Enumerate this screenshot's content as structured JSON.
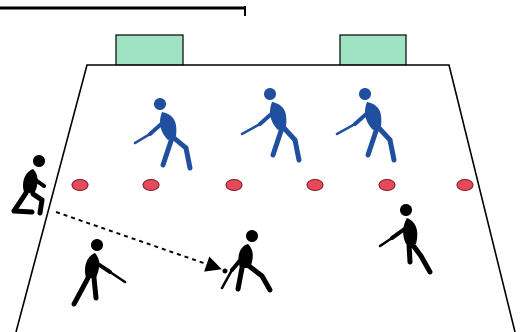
{
  "diagram": {
    "colors": {
      "background": "#ffffff",
      "field_line": "#000000",
      "goal_fill": "#9fe3c3",
      "goal_stroke": "#000000",
      "cone_fill": "#e64a5a",
      "cone_stroke": "#7a1d28",
      "attacker_color": "#1f4f9e",
      "defender_color": "#000000",
      "pass_arrow": "#000000"
    },
    "goals": [
      {
        "id": "goal-left"
      },
      {
        "id": "goal-right"
      }
    ],
    "cones": [
      {
        "id": "cone-1"
      },
      {
        "id": "cone-2"
      },
      {
        "id": "cone-3"
      },
      {
        "id": "cone-4"
      },
      {
        "id": "cone-5"
      },
      {
        "id": "cone-6"
      }
    ],
    "attackers": [
      {
        "id": "attacker-1",
        "team": "blue"
      },
      {
        "id": "attacker-2",
        "team": "blue"
      },
      {
        "id": "attacker-3",
        "team": "blue"
      }
    ],
    "black_players": [
      {
        "id": "coach-kneeling",
        "pose": "kneeling",
        "icon": "kneeling-coach-icon"
      },
      {
        "id": "player-left",
        "pose": "running-with-stick",
        "icon": "hockey-player-icon"
      },
      {
        "id": "player-center",
        "pose": "receiving-ball",
        "icon": "hockey-player-icon"
      },
      {
        "id": "player-right",
        "pose": "running-with-stick",
        "icon": "hockey-player-icon"
      }
    ],
    "pass": {
      "style": "dashed",
      "from": "coach-kneeling",
      "to": "player-center",
      "icon": "pass-arrow-icon"
    }
  }
}
